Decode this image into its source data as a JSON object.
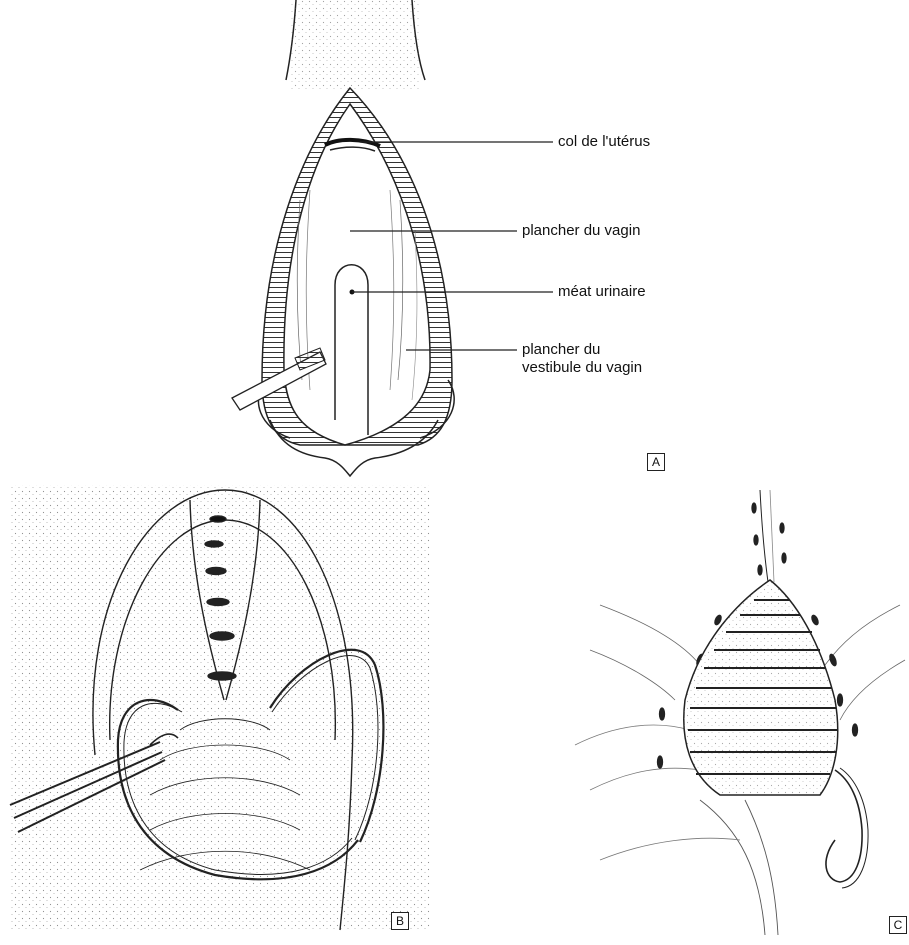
{
  "panel_a": {
    "labels": {
      "cervix": "col de l'utérus",
      "vaginal_floor": "plancher du vagin",
      "urinary_meatus": "méat urinaire",
      "vestibule_floor_line1": "plancher du",
      "vestibule_floor_line2": "vestibule du vagin"
    },
    "tag": "A"
  },
  "panel_b": {
    "tag": "B"
  },
  "panel_c": {
    "tag": "C"
  }
}
